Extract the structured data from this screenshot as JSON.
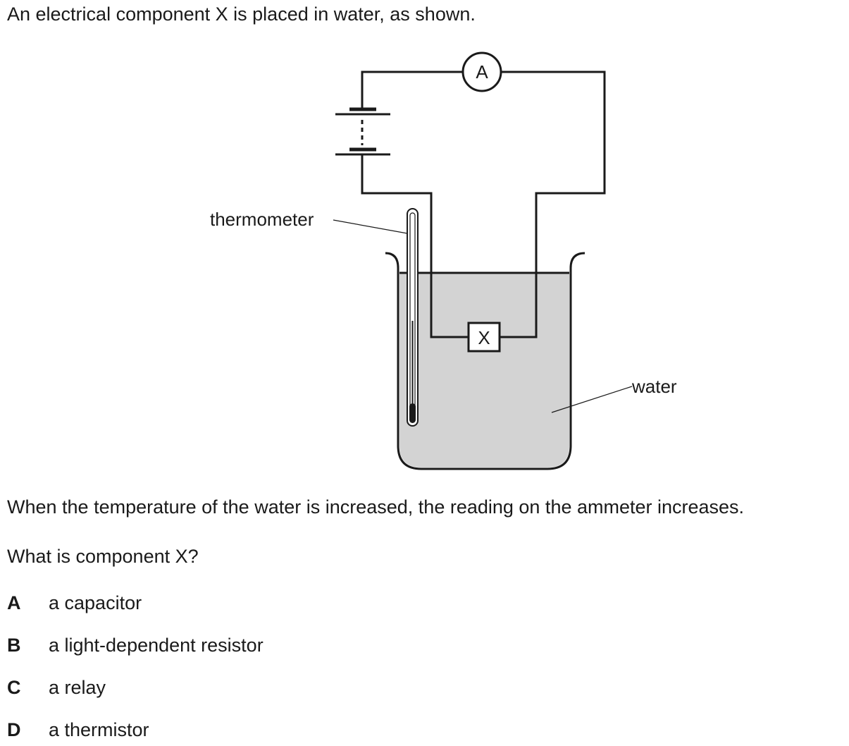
{
  "intro_text": "An electrical component X is placed in water, as shown.",
  "diagram": {
    "ammeter_symbol": "A",
    "component_symbol": "X",
    "label_thermometer": "thermometer",
    "label_water": "water",
    "water_color": "#d3d3d3",
    "line_color": "#1a1a1a"
  },
  "statement_text": "When the temperature of the water is increased, the reading on the ammeter increases.",
  "question_text": "What is component X?",
  "options": [
    {
      "letter": "A",
      "text": "a capacitor"
    },
    {
      "letter": "B",
      "text": "a light-dependent resistor"
    },
    {
      "letter": "C",
      "text": "a relay"
    },
    {
      "letter": "D",
      "text": "a thermistor"
    }
  ]
}
